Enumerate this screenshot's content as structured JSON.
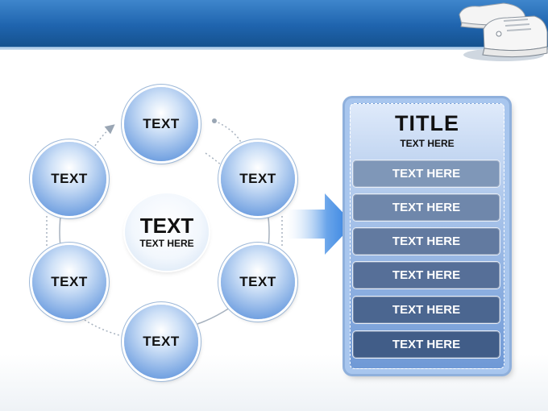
{
  "diagram": {
    "center": {
      "title": "TEXT",
      "subtitle": "TEXT HERE"
    },
    "nodes": [
      "TEXT",
      "TEXT",
      "TEXT",
      "TEXT",
      "TEXT",
      "TEXT"
    ]
  },
  "panel": {
    "title": "TITLE",
    "subtitle": "TEXT HERE",
    "rows": [
      "TEXT HERE",
      "TEXT HERE",
      "TEXT HERE",
      "TEXT HERE",
      "TEXT HERE",
      "TEXT HERE"
    ]
  },
  "colors": {
    "header_blue": "#1f64ae",
    "node_blue": "#6f9fe0",
    "row_colors": [
      "#7f97b8",
      "#6f87ab",
      "#627aa0",
      "#566f98",
      "#4b6690",
      "#415d88"
    ]
  }
}
